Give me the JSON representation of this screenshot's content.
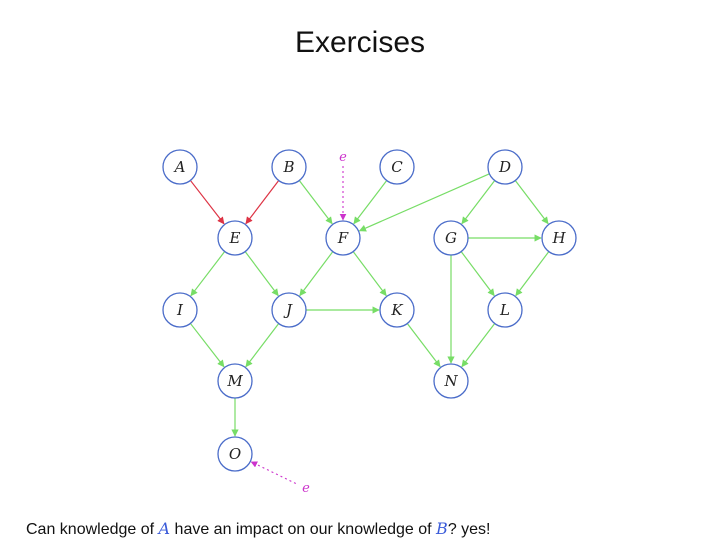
{
  "slide": {
    "title": "Exercises"
  },
  "diagram": {
    "colors": {
      "node_stroke": "#4a6cc9",
      "green_edge": "#77dd66",
      "red_edge": "#dd3344",
      "evidence": "#cc33cc",
      "highlight_var": "#3a5bd9"
    },
    "nodes": [
      "A",
      "B",
      "C",
      "D",
      "E",
      "F",
      "G",
      "H",
      "I",
      "J",
      "K",
      "L",
      "M",
      "N",
      "O"
    ],
    "edges": [
      {
        "from": "A",
        "to": "E",
        "color": "red"
      },
      {
        "from": "B",
        "to": "E",
        "color": "red"
      },
      {
        "from": "B",
        "to": "F",
        "color": "green"
      },
      {
        "from": "C",
        "to": "F",
        "color": "green"
      },
      {
        "from": "D",
        "to": "F",
        "color": "green"
      },
      {
        "from": "D",
        "to": "G",
        "color": "green"
      },
      {
        "from": "D",
        "to": "H",
        "color": "green"
      },
      {
        "from": "G",
        "to": "H",
        "color": "green"
      },
      {
        "from": "E",
        "to": "I",
        "color": "green"
      },
      {
        "from": "E",
        "to": "J",
        "color": "green"
      },
      {
        "from": "F",
        "to": "J",
        "color": "green"
      },
      {
        "from": "F",
        "to": "K",
        "color": "green"
      },
      {
        "from": "J",
        "to": "K",
        "color": "green"
      },
      {
        "from": "G",
        "to": "L",
        "color": "green"
      },
      {
        "from": "G",
        "to": "N",
        "color": "green"
      },
      {
        "from": "H",
        "to": "L",
        "color": "green"
      },
      {
        "from": "K",
        "to": "N",
        "color": "green"
      },
      {
        "from": "L",
        "to": "N",
        "color": "green"
      },
      {
        "from": "I",
        "to": "M",
        "color": "green"
      },
      {
        "from": "J",
        "to": "M",
        "color": "green"
      },
      {
        "from": "M",
        "to": "O",
        "color": "green"
      }
    ],
    "evidence": [
      {
        "label": "e",
        "target": "F"
      },
      {
        "label": "e",
        "target": "O"
      }
    ]
  },
  "caption": {
    "prefix": "Can knowledge of ",
    "var_a": "A",
    "middle": " have an impact on our knowledge of ",
    "var_b": "B",
    "suffix": "? yes!"
  }
}
